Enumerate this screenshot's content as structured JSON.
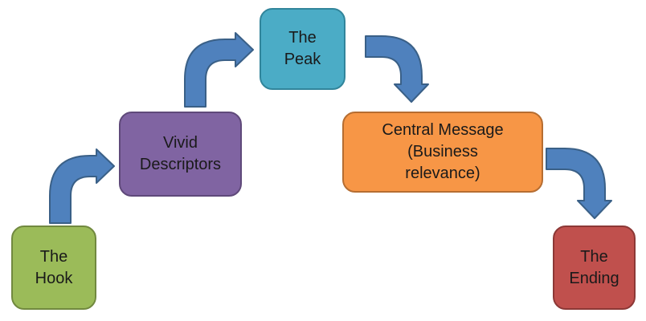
{
  "diagram": {
    "type": "flow-diagram",
    "background": "#ffffff",
    "nodes": [
      {
        "id": "hook",
        "label": "The\nHook",
        "fill": "#9BBB59",
        "border": "#71893F"
      },
      {
        "id": "vivid-descriptors",
        "label": "Vivid\nDescriptors",
        "fill": "#8064A2",
        "border": "#5F497A"
      },
      {
        "id": "peak",
        "label": "The\nPeak",
        "fill": "#4BACC6",
        "border": "#31859B"
      },
      {
        "id": "central-message",
        "label": "Central Message\n(Business\nrelevance)",
        "fill": "#F79646",
        "border": "#B66D31"
      },
      {
        "id": "ending",
        "label": "The\nEnding",
        "fill": "#C0504D",
        "border": "#8C3836"
      }
    ],
    "connectors": [
      {
        "from": "hook",
        "to": "vivid-descriptors",
        "direction": "up-right",
        "color": "#4F81BD",
        "outline": "#3A6087"
      },
      {
        "from": "vivid-descriptors",
        "to": "peak",
        "direction": "up-right",
        "color": "#4F81BD",
        "outline": "#3A6087"
      },
      {
        "from": "peak",
        "to": "central-message",
        "direction": "right-down",
        "color": "#4F81BD",
        "outline": "#3A6087"
      },
      {
        "from": "central-message",
        "to": "ending",
        "direction": "right-down",
        "color": "#4F81BD",
        "outline": "#3A6087"
      }
    ]
  }
}
